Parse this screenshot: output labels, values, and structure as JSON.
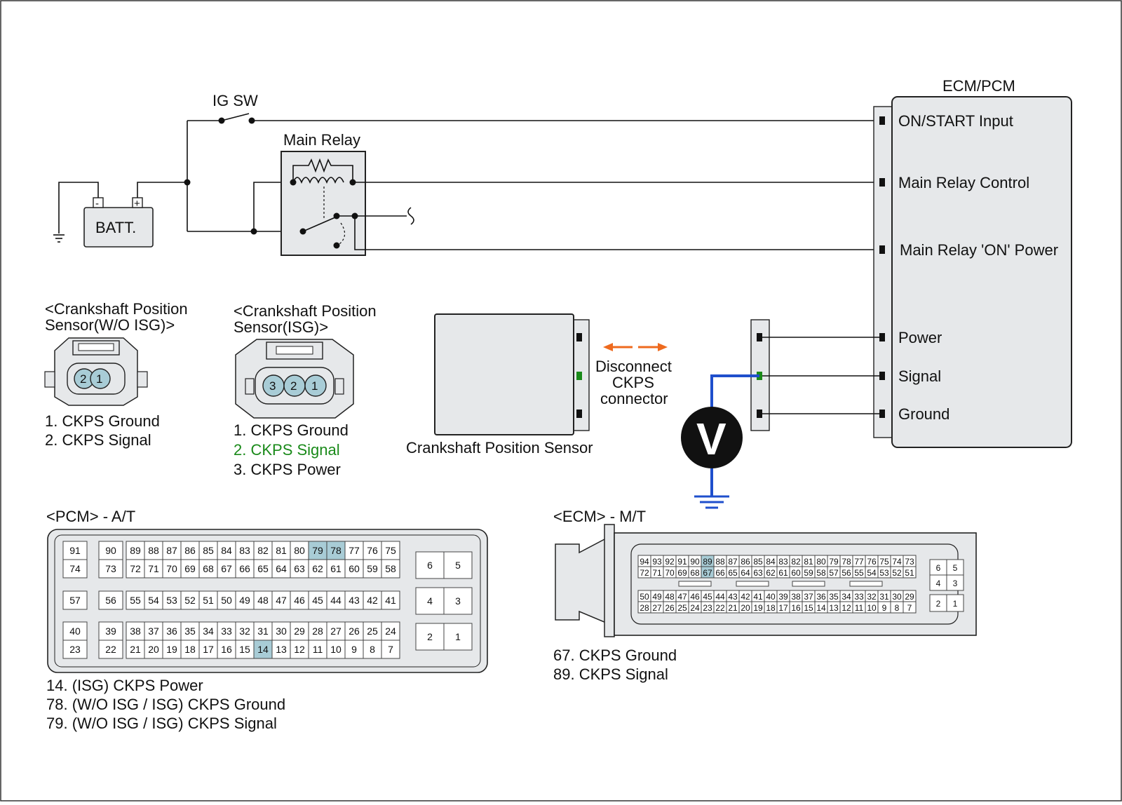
{
  "colors": {
    "highlight": "#a8ccd6",
    "signal_green": "#1a8a1a",
    "probe_blue": "#1f4fcc",
    "arrow_orange": "#ee6a1e"
  },
  "circuit": {
    "ig_sw": "IG SW",
    "main_relay": "Main Relay",
    "batt": "BATT.",
    "batt_minus": "-",
    "batt_plus": "+",
    "ecm_pcm_title": "ECM/PCM",
    "ecm_pins": [
      "ON/START Input",
      "Main Relay Control",
      "Main Relay 'ON' Power",
      "Power",
      "Signal",
      "Ground"
    ],
    "sensor_name": "Crankshaft Position Sensor",
    "disconnect": [
      "Disconnect",
      "CKPS",
      "connector"
    ],
    "voltmeter": "V"
  },
  "sensor_wo_isg": {
    "title": [
      "<Crankshaft Position",
      "Sensor(W/O ISG)>"
    ],
    "pins": [
      "2",
      "1"
    ],
    "legend": [
      "1. CKPS Ground",
      "2. CKPS Signal"
    ]
  },
  "sensor_isg": {
    "title": [
      "<Crankshaft Position",
      "Sensor(ISG)>"
    ],
    "pins": [
      "3",
      "2",
      "1"
    ],
    "legend": [
      "1. CKPS Ground",
      "2. CKPS Signal",
      "3. CKPS Power"
    ]
  },
  "pcm": {
    "title": "<PCM> - A/T",
    "highlighted": [
      "14",
      "78",
      "79"
    ],
    "singles": [
      [
        "91",
        "90",
        "74",
        "73"
      ],
      [
        "57",
        "56"
      ],
      [
        "40",
        "39",
        "23",
        "22"
      ]
    ],
    "rows": [
      [
        "89",
        "88",
        "87",
        "86",
        "85",
        "84",
        "83",
        "82",
        "81",
        "80",
        "79",
        "78",
        "77",
        "76",
        "75"
      ],
      [
        "72",
        "71",
        "70",
        "69",
        "68",
        "67",
        "66",
        "65",
        "64",
        "63",
        "62",
        "61",
        "60",
        "59",
        "58"
      ],
      [
        "55",
        "54",
        "53",
        "52",
        "51",
        "50",
        "49",
        "48",
        "47",
        "46",
        "45",
        "44",
        "43",
        "42",
        "41"
      ],
      [
        "38",
        "37",
        "36",
        "35",
        "34",
        "33",
        "32",
        "31",
        "30",
        "29",
        "28",
        "27",
        "26",
        "25",
        "24"
      ],
      [
        "21",
        "20",
        "19",
        "18",
        "17",
        "16",
        "15",
        "14",
        "13",
        "12",
        "11",
        "10",
        "9",
        "8",
        "7"
      ]
    ],
    "side_pairs": [
      [
        "6",
        "5"
      ],
      [
        "4",
        "3"
      ],
      [
        "2",
        "1"
      ]
    ],
    "legend": [
      "14. (ISG) CKPS Power",
      "78. (W/O ISG / ISG) CKPS Ground",
      "79. (W/O ISG / ISG) CKPS Signal"
    ]
  },
  "ecm": {
    "title": "<ECM> - M/T",
    "highlighted": [
      "67",
      "89"
    ],
    "rows": [
      [
        "94",
        "93",
        "92",
        "91",
        "90",
        "89",
        "88",
        "87",
        "86",
        "85",
        "84",
        "83",
        "82",
        "81",
        "80",
        "79",
        "78",
        "77",
        "76",
        "75",
        "74",
        "73"
      ],
      [
        "72",
        "71",
        "70",
        "69",
        "68",
        "67",
        "66",
        "65",
        "64",
        "63",
        "62",
        "61",
        "60",
        "59",
        "58",
        "57",
        "56",
        "55",
        "54",
        "53",
        "52",
        "51"
      ],
      [
        "50",
        "49",
        "48",
        "47",
        "46",
        "45",
        "44",
        "43",
        "42",
        "41",
        "40",
        "39",
        "38",
        "37",
        "36",
        "35",
        "34",
        "33",
        "32",
        "31",
        "30",
        "29"
      ],
      [
        "28",
        "27",
        "26",
        "25",
        "24",
        "23",
        "22",
        "21",
        "20",
        "19",
        "18",
        "17",
        "16",
        "15",
        "14",
        "13",
        "12",
        "11",
        "10",
        "9",
        "8",
        "7"
      ]
    ],
    "side": [
      [
        "6",
        "5"
      ],
      [
        "4",
        "3"
      ],
      [
        "2",
        "1"
      ]
    ],
    "legend": [
      "67. CKPS Ground",
      "89. CKPS Signal"
    ]
  }
}
